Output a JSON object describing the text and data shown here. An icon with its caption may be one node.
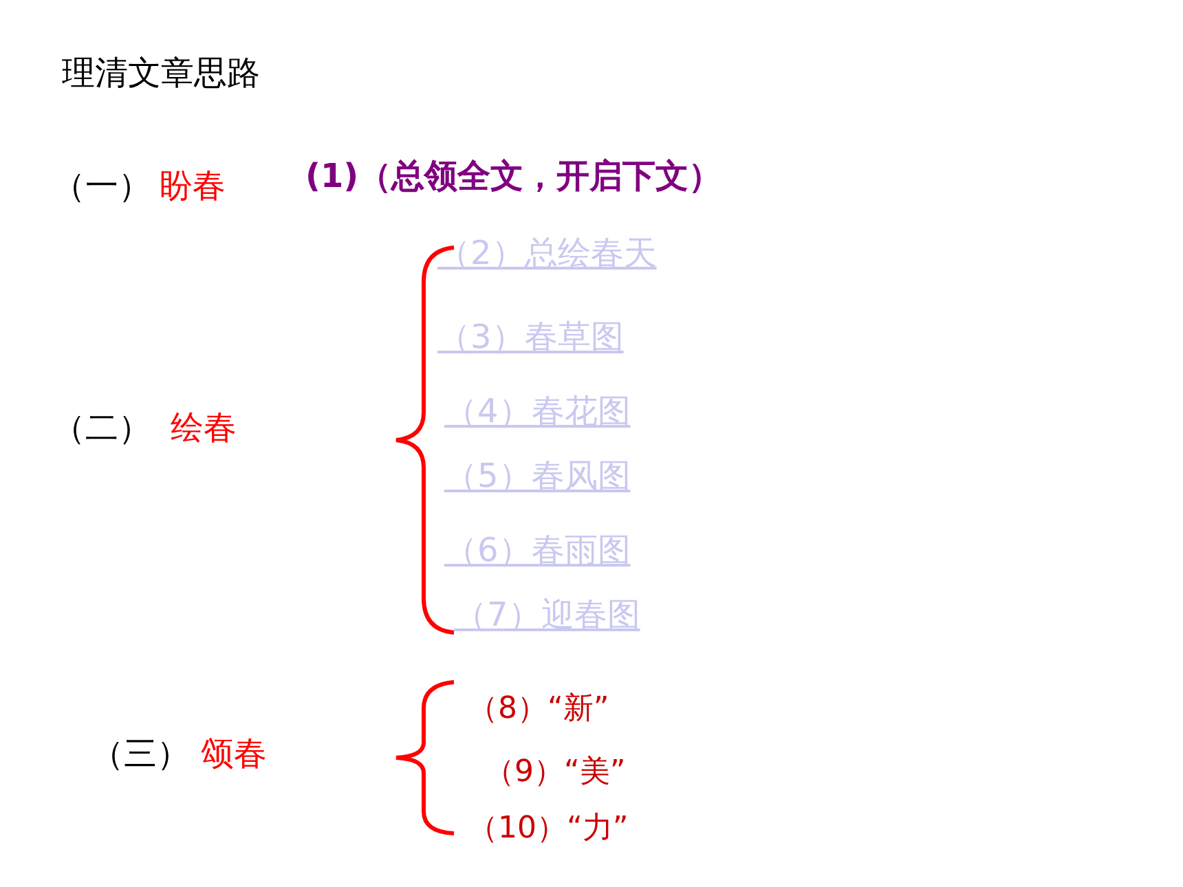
{
  "diagram": {
    "labels": [
      "理清文章思路",
      "（一）",
      "盼春",
      "(1)（总领全文，开启下文）",
      "（二）",
      "绘春",
      "（2）总绘春天",
      "（3）春草图",
      "（4）春花图",
      "（5）春风图",
      "（6）春雨图",
      "（7）迎春图",
      "（三）",
      "颂春",
      "（8）“新”",
      "（9）“美”",
      "（10）“力”"
    ]
  }
}
